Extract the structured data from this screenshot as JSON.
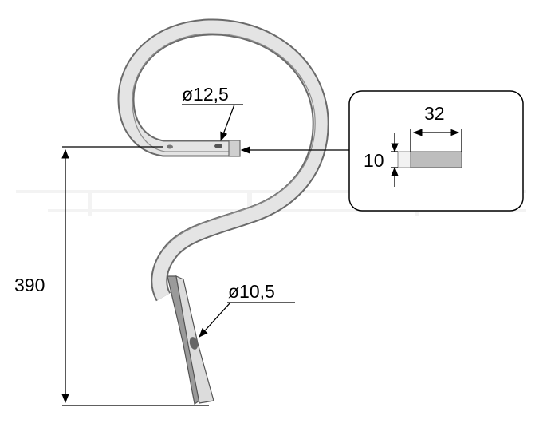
{
  "drawing": {
    "height_label": "390",
    "top_hole_label": "ø12,5",
    "lower_hole_label": "ø10,5",
    "section_width_label": "32",
    "section_thickness_label": "10"
  },
  "colors": {
    "line": "#000000",
    "steel": "#e2e2e2",
    "steel_edge": "#6a6a6a",
    "steel_dark": "#9a9a9a",
    "section_fill": "#bdbdbd",
    "watermark": "#f1f1f1"
  },
  "icons": {
    "arrow": "arrowhead-icon",
    "hole": "drill-hole-icon"
  }
}
